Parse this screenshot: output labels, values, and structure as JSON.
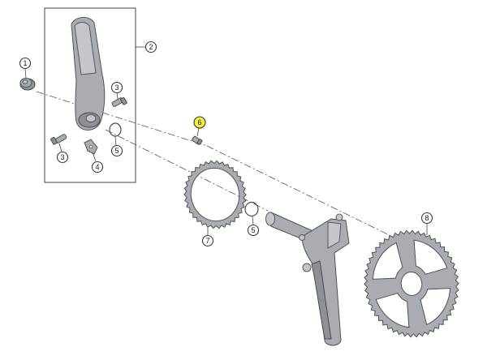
{
  "callouts": {
    "c1": "1",
    "c2": "2",
    "c3a": "3",
    "c3b": "3",
    "c4": "4",
    "c5a": "5",
    "c5b": "5",
    "c6": "6",
    "c7": "7",
    "c8": "8"
  },
  "colors": {
    "highlight": "#f4ee3c",
    "part": "#a9adb2",
    "outline": "#4f5357"
  }
}
